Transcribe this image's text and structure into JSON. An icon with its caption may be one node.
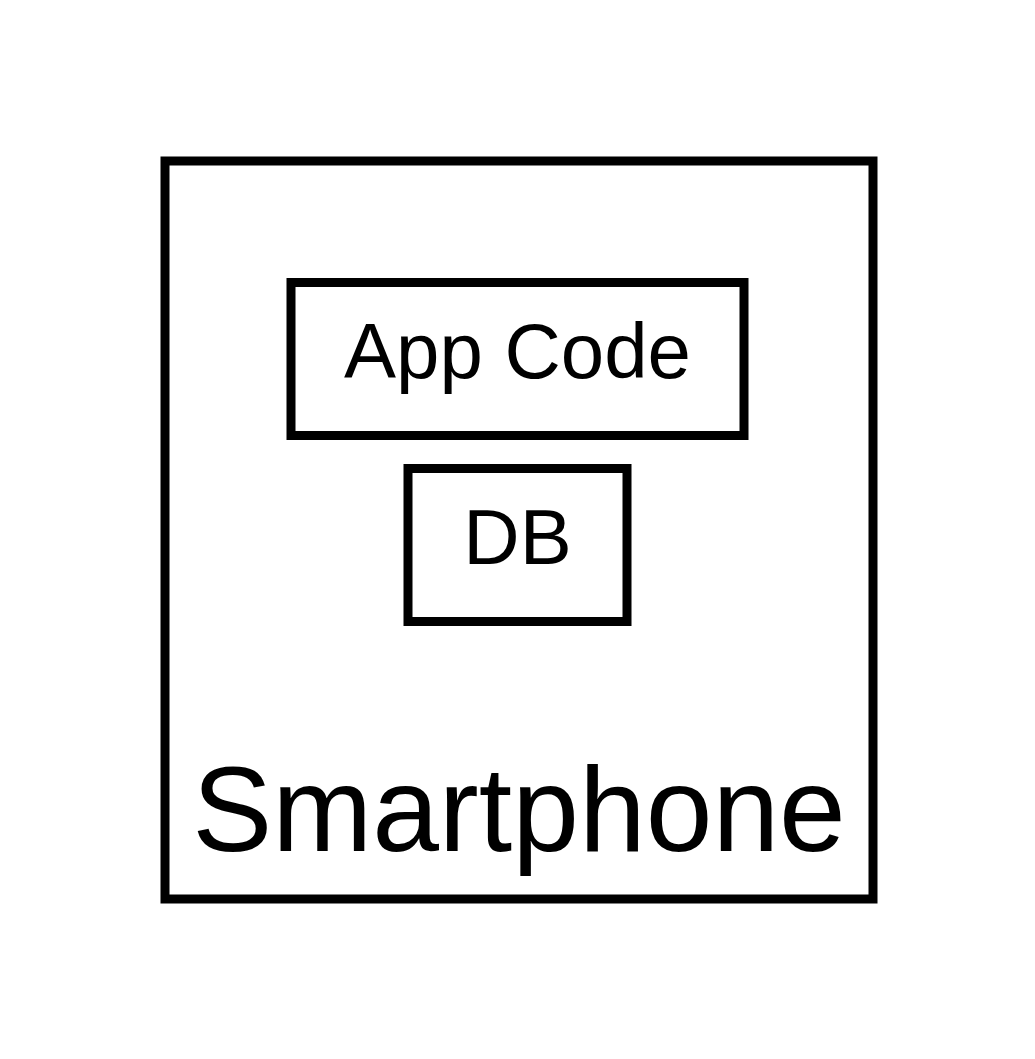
{
  "diagram": {
    "nodes": [
      {
        "text": [
          "Smartphone"
        ]
      },
      {
        "text": [
          "App Code"
        ],
        "in": 0
      },
      {
        "text": [
          "DB"
        ],
        "in": 0
      }
    ]
  }
}
